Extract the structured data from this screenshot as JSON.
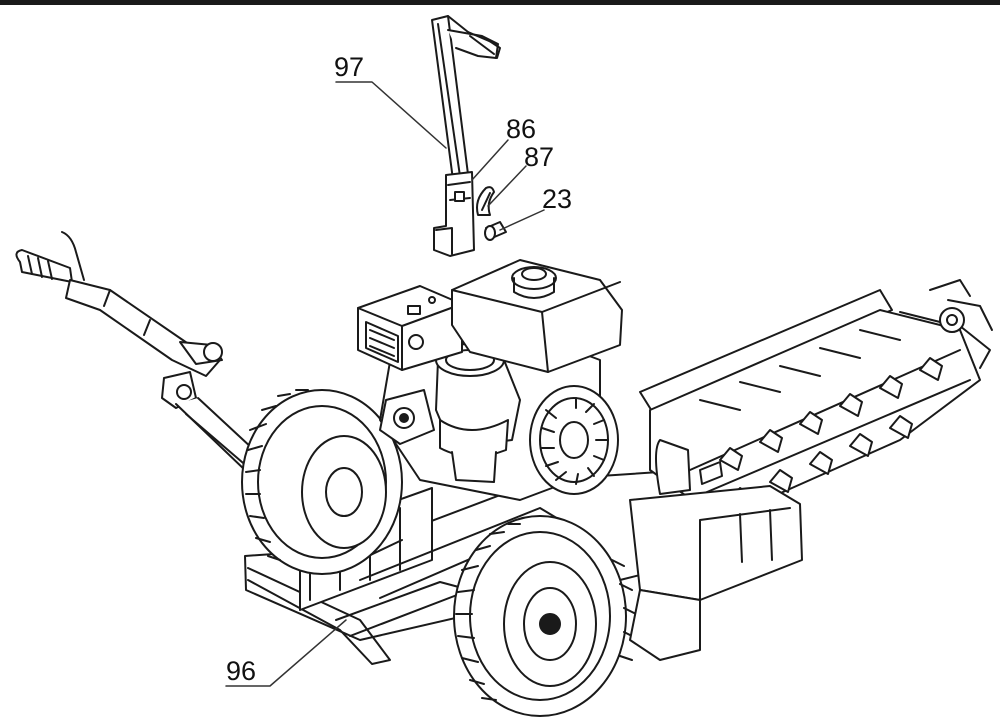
{
  "diagram": {
    "callouts": [
      {
        "id": "97",
        "text": "97"
      },
      {
        "id": "86",
        "text": "86"
      },
      {
        "id": "87",
        "text": "87"
      },
      {
        "id": "23",
        "text": "23"
      },
      {
        "id": "96",
        "text": "96"
      }
    ],
    "parts": [
      "steering-handle",
      "handle-bracket",
      "cotter-pin",
      "clevis-pin",
      "control-handlebar",
      "engine",
      "fuel-tank",
      "air-filter",
      "recoil-starter",
      "left-wheel",
      "right-wheel",
      "frame",
      "digging-boom",
      "trencher-chain",
      "chain-guard"
    ]
  }
}
